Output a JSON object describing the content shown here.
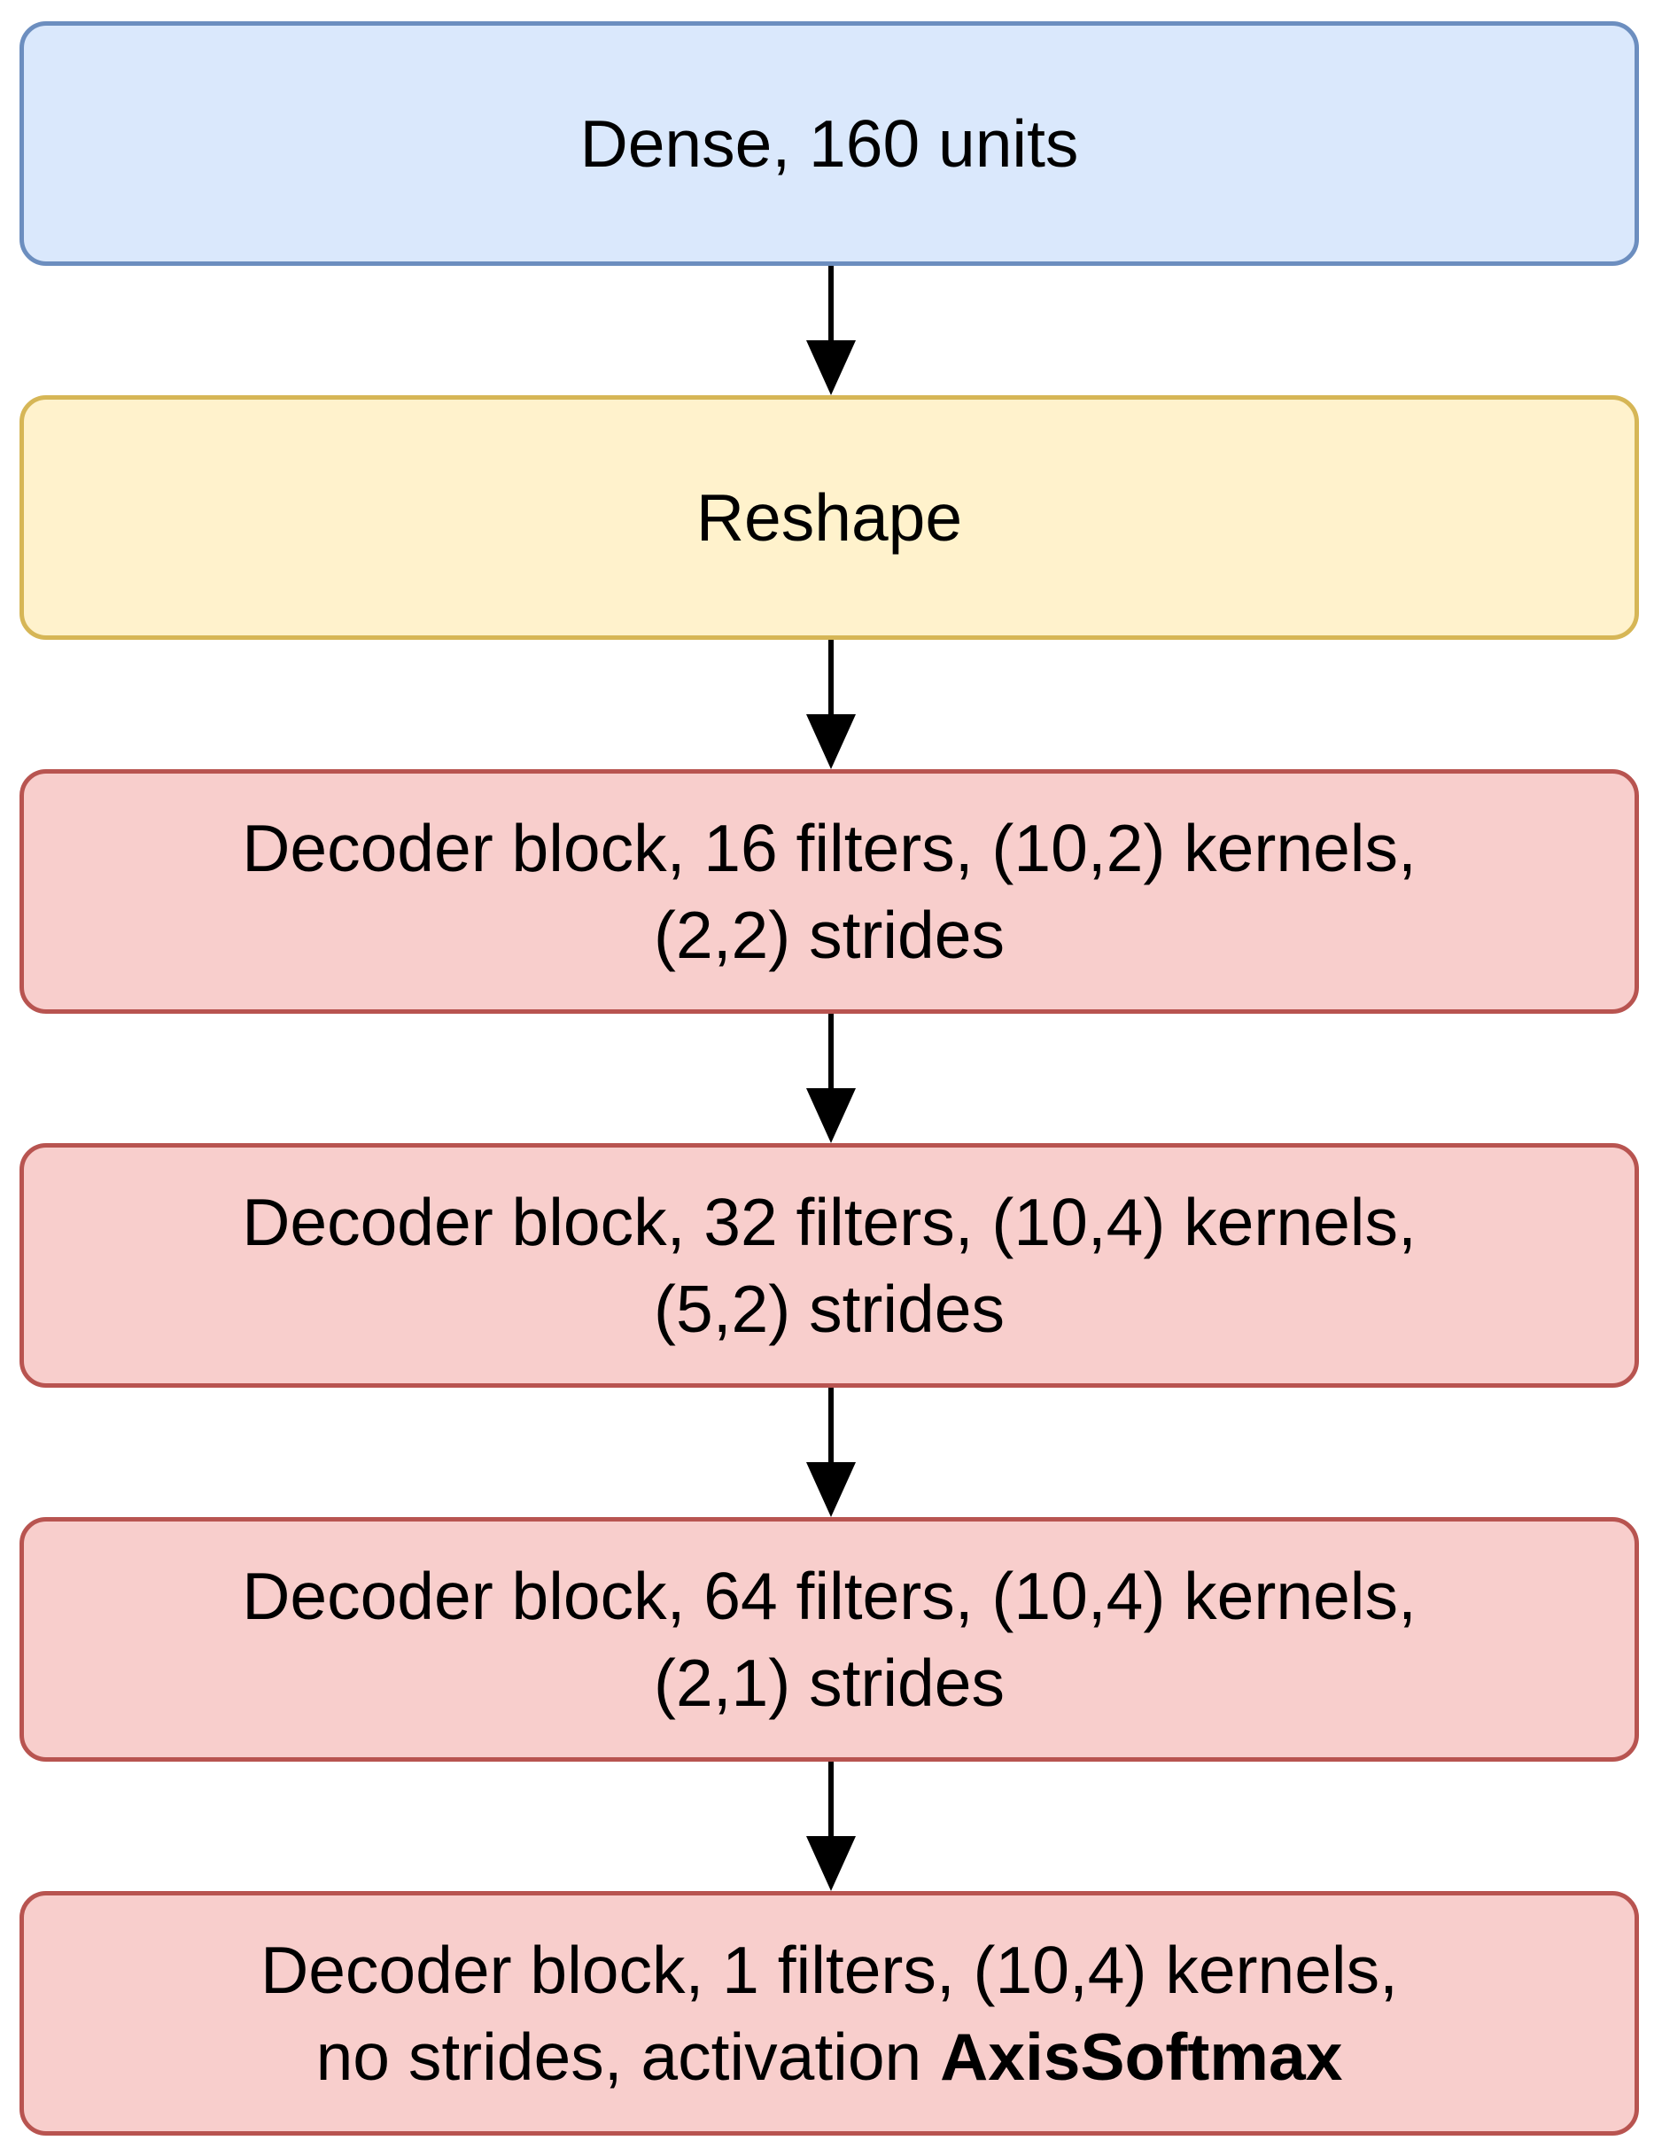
{
  "colors": {
    "blue_fill": "#dae8fc",
    "blue_stroke": "#6c8ebf",
    "yellow_fill": "#fff2cc",
    "yellow_stroke": "#d6b656",
    "red_fill": "#f8cecc",
    "red_stroke": "#b85450",
    "arrow": "#000000"
  },
  "nodes": {
    "dense": {
      "line1": "Dense, 160 units"
    },
    "reshape": {
      "line1": "Reshape"
    },
    "decoder1": {
      "line1": "Decoder block, 16 filters, (10,2) kernels,",
      "line2": "(2,2) strides"
    },
    "decoder2": {
      "line1": "Decoder block, 32 filters, (10,4) kernels,",
      "line2": "(5,2) strides"
    },
    "decoder3": {
      "line1": "Decoder block, 64 filters, (10,4) kernels,",
      "line2": "(2,1) strides"
    },
    "decoder4": {
      "line1": "Decoder block, 1 filters, (10,4) kernels,",
      "line2_prefix": "no strides, activation ",
      "line2_bold": "AxisSoftmax"
    }
  },
  "edges": [
    {
      "from": "dense",
      "to": "reshape"
    },
    {
      "from": "reshape",
      "to": "decoder1"
    },
    {
      "from": "decoder1",
      "to": "decoder2"
    },
    {
      "from": "decoder2",
      "to": "decoder3"
    },
    {
      "from": "decoder3",
      "to": "decoder4"
    }
  ]
}
